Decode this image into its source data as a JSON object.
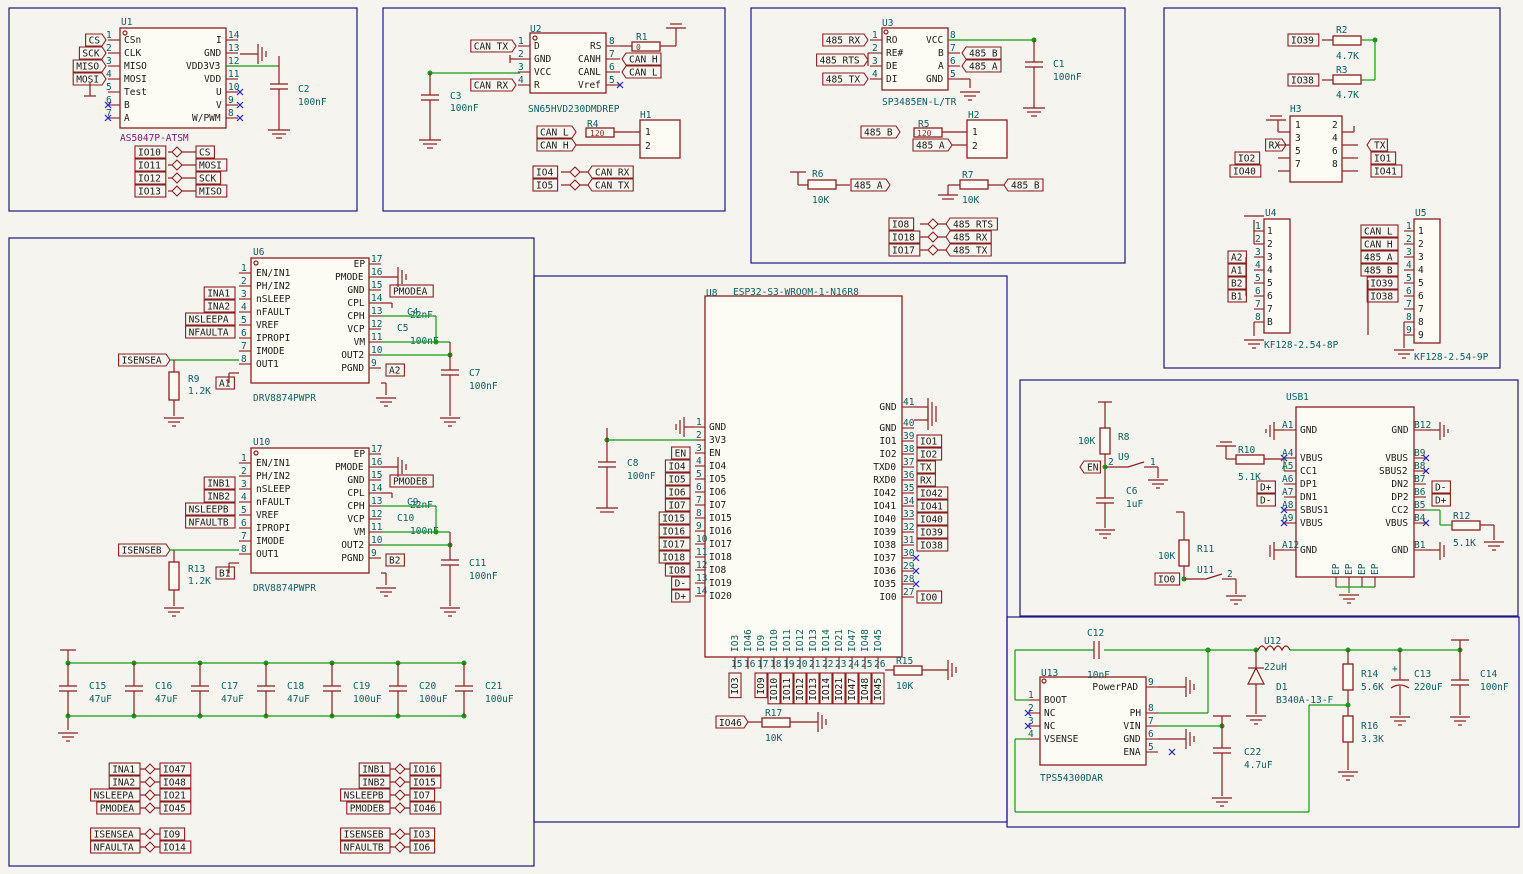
{
  "u1": {
    "ref": "U1",
    "value": "AS5047P-ATSM",
    "left": [
      "CSn",
      "CLK",
      "MISO",
      "MOSI",
      "Test",
      "B",
      "A"
    ],
    "right": [
      "I",
      "GND",
      "VDD3V3",
      "VDD",
      "U",
      "V",
      "W/PWM"
    ],
    "net_in": [
      "CS",
      "SCK",
      "MISO",
      "MOSI"
    ],
    "map_l": [
      "IO10",
      "IO11",
      "IO12",
      "IO13"
    ],
    "map_r": [
      "CS",
      "MOSI",
      "SCK",
      "MISO"
    ],
    "c_ref": "C2",
    "c_val": "100nF"
  },
  "u2": {
    "ref": "U2",
    "value": "SN65HVD230DMDREP",
    "left": [
      "D",
      "GND",
      "VCC",
      "R"
    ],
    "right": [
      "RS",
      "CANH",
      "CANL",
      "Vref"
    ],
    "net": [
      "CAN_TX",
      "CAN_RX",
      "CAN_H",
      "CAN_L"
    ],
    "r1": "R1",
    "r1v": "0",
    "c_ref": "C3",
    "c_val": "100nF",
    "r4": "R4",
    "r4v": "120",
    "h1": "H1",
    "h_net": [
      "CAN_L",
      "CAN_H"
    ],
    "map_l": [
      "IO4",
      "IO5"
    ],
    "map_r": [
      "CAN_RX",
      "CAN_TX"
    ]
  },
  "u3": {
    "ref": "U3",
    "value": "SP3485EN-L/TR",
    "left": [
      "RO",
      "RE#",
      "DE",
      "DI"
    ],
    "right": [
      "VCC",
      "B",
      "A",
      "GND"
    ],
    "net": [
      "485_RX",
      "485_RTS",
      "485_TX",
      "485_B",
      "485_A"
    ],
    "c_ref": "C1",
    "c_val": "100nF",
    "r5": "R5",
    "r5v": "120",
    "h2": "H2",
    "r6": "R6",
    "r6v": "10K",
    "r7": "R7",
    "r7v": "10K",
    "map_l": [
      "IO8",
      "IO18",
      "IO17"
    ],
    "map_r": [
      "485_RTS",
      "485_RX",
      "485_TX"
    ]
  },
  "h3": {
    "r2": "R2",
    "r2v": "4.7K",
    "r3": "R3",
    "r3v": "4.7K",
    "n1": "IO39",
    "n2": "IO38",
    "ref": "H3",
    "left": [
      "RX",
      "IO2",
      "IO40"
    ],
    "right": [
      "TX",
      "IO1",
      "IO41"
    ],
    "u4": "U4",
    "u4v": "KF128-2.54-8P",
    "u4n": [
      "A2",
      "A1",
      "B2",
      "B1"
    ],
    "u5": "U5",
    "u5v": "KF128-2.54-9P",
    "u5n": [
      "CAN_L",
      "CAN_H",
      "485_A",
      "485_B",
      "IO39",
      "IO38"
    ]
  },
  "u6": {
    "ref": "U6",
    "value": "DRV8874PWPR",
    "left": [
      "EN/IN1",
      "PH/IN2",
      "nSLEEP",
      "nFAULT",
      "VREF",
      "IPROPI",
      "IMODE",
      "OUT1"
    ],
    "right": [
      "EP",
      "PMODE",
      "GND",
      "CPL",
      "CPH",
      "VCP",
      "VM",
      "OUT2",
      "PGND"
    ],
    "net_l": [
      "INA1",
      "INA2",
      "NSLEEPA",
      "NFAULTA"
    ],
    "sense": "ISENSEA",
    "out1": "A1",
    "out2": "A2",
    "pmode": "PMODEA",
    "r": "R9",
    "rv": "1.2K",
    "c4": "C4",
    "c4v": "22nF",
    "c5": "C5",
    "c5v": "100nF",
    "c7": "C7",
    "c7v": "100nF"
  },
  "u10": {
    "ref": "U10",
    "value": "DRV8874PWPR",
    "net_l": [
      "INB1",
      "INB2",
      "NSLEEPB",
      "NFAULTB"
    ],
    "sense": "ISENSEB",
    "out1": "B1",
    "out2": "B2",
    "pmode": "PMODEB",
    "r": "R13",
    "rv": "1.2K",
    "c4": "C9",
    "c4v": "22nF",
    "c5": "C10",
    "c5v": "100nF",
    "c7": "C11",
    "c7v": "100nF"
  },
  "caps": [
    {
      "r": "C15",
      "v": "47uF"
    },
    {
      "r": "C16",
      "v": "47uF"
    },
    {
      "r": "C17",
      "v": "47uF"
    },
    {
      "r": "C18",
      "v": "47uF"
    },
    {
      "r": "C19",
      "v": "100uF"
    },
    {
      "r": "C20",
      "v": "100uF"
    },
    {
      "r": "C21",
      "v": "100uF"
    }
  ],
  "maps_a": {
    "l": [
      "INA1",
      "INA2",
      "NSLEEPA",
      "PMODEA",
      "ISENSEA",
      "NFAULTA"
    ],
    "r": [
      "IO47",
      "IO48",
      "IO21",
      "IO45",
      "IO9",
      "IO14"
    ]
  },
  "maps_b": {
    "l": [
      "INB1",
      "INB2",
      "NSLEEPB",
      "PMODEB",
      "ISENSEB",
      "NFAULTB"
    ],
    "r": [
      "IO16",
      "IO15",
      "IO7",
      "IO46",
      "IO3",
      "IO6"
    ]
  },
  "u8": {
    "ref": "U8",
    "value": "ESP32-S3-WROOM-1-N16R8",
    "left": [
      "GND",
      "3V3",
      "EN",
      "IO4",
      "IO5",
      "IO6",
      "IO7",
      "IO15",
      "IO16",
      "IO17",
      "IO18",
      "IO8",
      "IO19",
      "IO20"
    ],
    "left_num": [
      "1",
      "2",
      "3",
      "4",
      "5",
      "6",
      "7",
      "8",
      "9",
      "10",
      "11",
      "12",
      "13",
      "14"
    ],
    "left_net": [
      "EN",
      "IO4",
      "IO5",
      "IO6",
      "IO7",
      "IO15",
      "IO16",
      "IO17",
      "IO18",
      "IO8",
      "D-",
      "D+"
    ],
    "right": [
      "GND",
      "GND",
      "IO1",
      "IO2",
      "TXD0",
      "RXD0",
      "IO42",
      "IO41",
      "IO40",
      "IO39",
      "IO38",
      "IO37",
      "IO36",
      "IO35",
      "IO0"
    ],
    "right_num": [
      "41",
      "40",
      "39",
      "38",
      "37",
      "36",
      "35",
      "34",
      "33",
      "32",
      "31",
      "30",
      "29",
      "28",
      "27"
    ],
    "right_net": [
      "IO1",
      "IO2",
      "TX",
      "RX",
      "IO42",
      "IO41",
      "IO40",
      "IO39",
      "IO38",
      "IO0"
    ],
    "bottom": [
      "IO3",
      "IO46",
      "IO9",
      "IO10",
      "IO11",
      "IO12",
      "IO13",
      "IO14",
      "IO21",
      "IO47",
      "IO48",
      "IO45"
    ],
    "bottom_num": [
      "15",
      "16",
      "17",
      "18",
      "19",
      "20",
      "21",
      "22",
      "23",
      "24",
      "25",
      "26"
    ],
    "bottom_net": [
      "IO3",
      "IO9",
      "IO10",
      "IO11",
      "IO12",
      "IO13",
      "IO14",
      "IO21",
      "IO47",
      "IO48",
      "IO45"
    ],
    "c": "C8",
    "cv": "100nF",
    "r15": "R15",
    "r15v": "10K",
    "r17": "R17",
    "r17v": "10K",
    "io46": "IO46"
  },
  "usb": {
    "ref": "USB1",
    "left": [
      "GND",
      "VBUS",
      "CC1",
      "DP1",
      "DN1",
      "SBUS1",
      "VBUS",
      "GND"
    ],
    "lnum": [
      "A1",
      "A4",
      "A5",
      "A6",
      "A7",
      "A8",
      "A9",
      "A12"
    ],
    "right": [
      "GND",
      "VBUS",
      "SBUS2",
      "DN2",
      "DP2",
      "CC2",
      "VBUS",
      "GND"
    ],
    "rnum": [
      "B12",
      "B9",
      "B8",
      "B7",
      "B6",
      "B5",
      "B4",
      "B1"
    ],
    "net": [
      "D+",
      "D-",
      "D-",
      "D+"
    ],
    "r10": "R10",
    "r10v": "5.1K",
    "r12": "R12",
    "r12v": "5.1K",
    "r8": "R8",
    "r8v": "10K",
    "u9": "U9",
    "c6": "C6",
    "c6v": "1uF",
    "en": "EN",
    "r11": "R11",
    "r11v": "10K",
    "u11": "U11",
    "io0": "IO0",
    "ep": "EP"
  },
  "pwr": {
    "ref": "U13",
    "value": "TPS54300DAR",
    "left": [
      "BOOT",
      "NC",
      "NC",
      "VSENSE"
    ],
    "right": [
      "PowerPAD",
      "PH",
      "VIN",
      "GND",
      "ENA"
    ],
    "c12": "C12",
    "c12v": "10nF",
    "l": "U12",
    "lv": "22uH",
    "d": "D1",
    "dv": "B340A-13-F",
    "r14": "R14",
    "r14v": "5.6K",
    "r16": "R16",
    "r16v": "3.3K",
    "c13": "C13",
    "c13v": "220uF",
    "c14": "C14",
    "c14v": "100nF",
    "c22": "C22",
    "c22v": "4.7uF"
  }
}
